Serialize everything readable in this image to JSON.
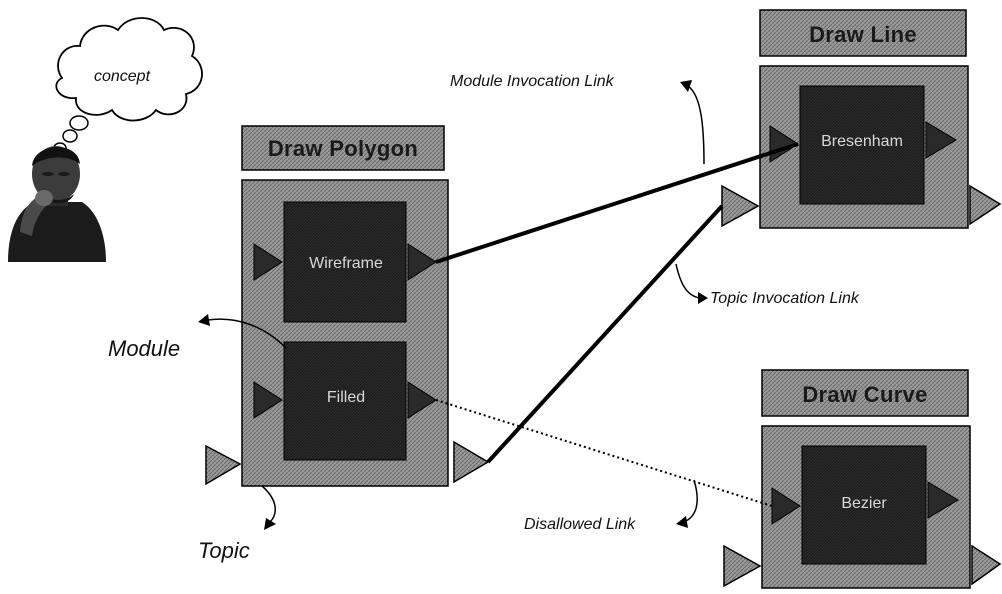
{
  "thought": {
    "text": "concept"
  },
  "topics": {
    "draw_polygon": {
      "title": "Draw Polygon"
    },
    "draw_line": {
      "title": "Draw Line"
    },
    "draw_curve": {
      "title": "Draw Curve"
    }
  },
  "modules": {
    "wireframe": "Wireframe",
    "filled": "Filled",
    "bresenham": "Bresenham",
    "bezier": "Bezier"
  },
  "labels": {
    "module_invocation_link": "Module Invocation Link",
    "topic_invocation_link": "Topic Invocation Link",
    "disallowed_link": "Disallowed Link",
    "module": "Module",
    "topic": "Topic"
  },
  "colors": {
    "topic_fill": "#8a8a8a",
    "module_fill": "#1e1e1e",
    "port_fill": "#8a8a8a",
    "module_port_fill": "#2a2a2a",
    "link_color": "#000000"
  }
}
